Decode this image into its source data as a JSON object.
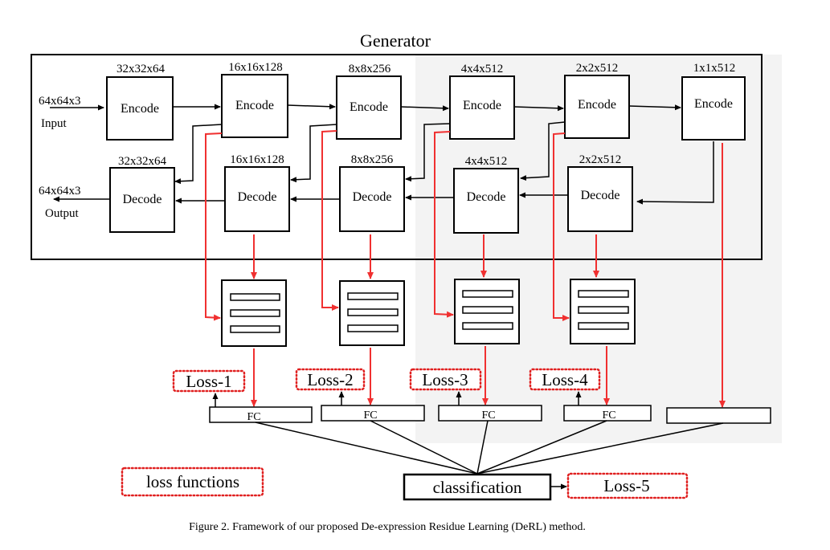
{
  "generator": {
    "title": "Generator",
    "input_dim": "64x64x3",
    "input_label": "Input",
    "output_dim": "64x64x3",
    "output_label": "Output",
    "encoders": [
      {
        "dim": "32x32x64",
        "label": "Encode"
      },
      {
        "dim": "16x16x128",
        "label": "Encode"
      },
      {
        "dim": "8x8x256",
        "label": "Encode"
      },
      {
        "dim": "4x4x512",
        "label": "Encode"
      },
      {
        "dim": "2x2x512",
        "label": "Encode"
      },
      {
        "dim": "1x1x512",
        "label": "Encode"
      }
    ],
    "decoders": [
      {
        "dim": "32x32x64",
        "label": "Decode"
      },
      {
        "dim": "16x16x128",
        "label": "Decode"
      },
      {
        "dim": "8x8x256",
        "label": "Decode"
      },
      {
        "dim": "4x4x512",
        "label": "Decode"
      },
      {
        "dim": "2x2x512",
        "label": "Decode"
      }
    ]
  },
  "losses": [
    "Loss-1",
    "Loss-2",
    "Loss-3",
    "Loss-4"
  ],
  "fc_labels": [
    "FC",
    "FC",
    "FC",
    "FC",
    ""
  ],
  "classification_label": "classification",
  "final_loss": "Loss-5",
  "legend_label": "loss functions",
  "caption": "Figure 2. Framework of our proposed De-expression Residue Learning (DeRL) method.",
  "colors": {
    "residue_arrow": "#f03030",
    "loss_dots": "#e02020",
    "shade": "#f3f3f3",
    "stroke": "#000000"
  }
}
